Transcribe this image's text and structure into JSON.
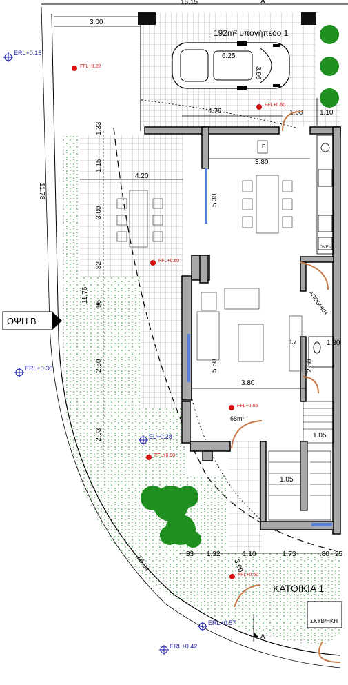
{
  "top_dim": "16.15",
  "top_marker": "A",
  "bottom_marker": "A",
  "title": "192m² υπογήπεδο 1",
  "car_dims": {
    "w": "6.25",
    "h": "3.96"
  },
  "dims": {
    "d300_top": "3.00",
    "d476": "4.76",
    "d100": "1.00",
    "d110": "1.10",
    "d133": "1.33",
    "d115": "1.15",
    "d1178": "11.78",
    "d420": "4.20",
    "d300_left": "3.00",
    "d82": "82",
    "d1176": "11.76",
    "d96": "96",
    "d250": "2.50",
    "d203": "2.03",
    "d380_a": "3.80",
    "d530": "5.30",
    "d550": "5.50",
    "d380_b": "3.80",
    "d105_a": "1.05",
    "d105_b": "1.05",
    "d1534": "15.34",
    "d300_diag": "3.00",
    "b33": "33",
    "b132": "1.32",
    "b110": "1.10",
    "b173": "1.73",
    "b80": ".80",
    "b25": "25",
    "d180": "1.80",
    "d230": "2.30"
  },
  "levels": {
    "erl_015": "ERL+0.15",
    "erl_030": "ERL+0.30",
    "el_028": "EL+0.28",
    "erl_057": "ERL+0.57",
    "erl_042": "ERL+0.42"
  },
  "ffl": {
    "f020": "FFL+0.20",
    "f050": "FFL+0.50",
    "f060a": "FFL+0.60",
    "f065": "FFL+0.65",
    "f030": "FFL+0.30",
    "f060b": "FFL+0.60"
  },
  "labels": {
    "view": "ΟΨΗ Β",
    "oven": "OVEN",
    "storage": "ΑΠΟΘΗΚΗ",
    "tv": "t.v",
    "area68": "68m²",
    "house": "ΚΑΤΟΙΚΙΑ 1",
    "bins": "ΣΚΥΒ/ΗΚΗ",
    "fr": "F."
  },
  "colors": {
    "wall": "#a8a8a8",
    "grass": "#1f8f1f",
    "level": "#1a1aa8",
    "ffl": "#d41010",
    "door": "#c97a4a",
    "window": "#5a7fd8"
  }
}
